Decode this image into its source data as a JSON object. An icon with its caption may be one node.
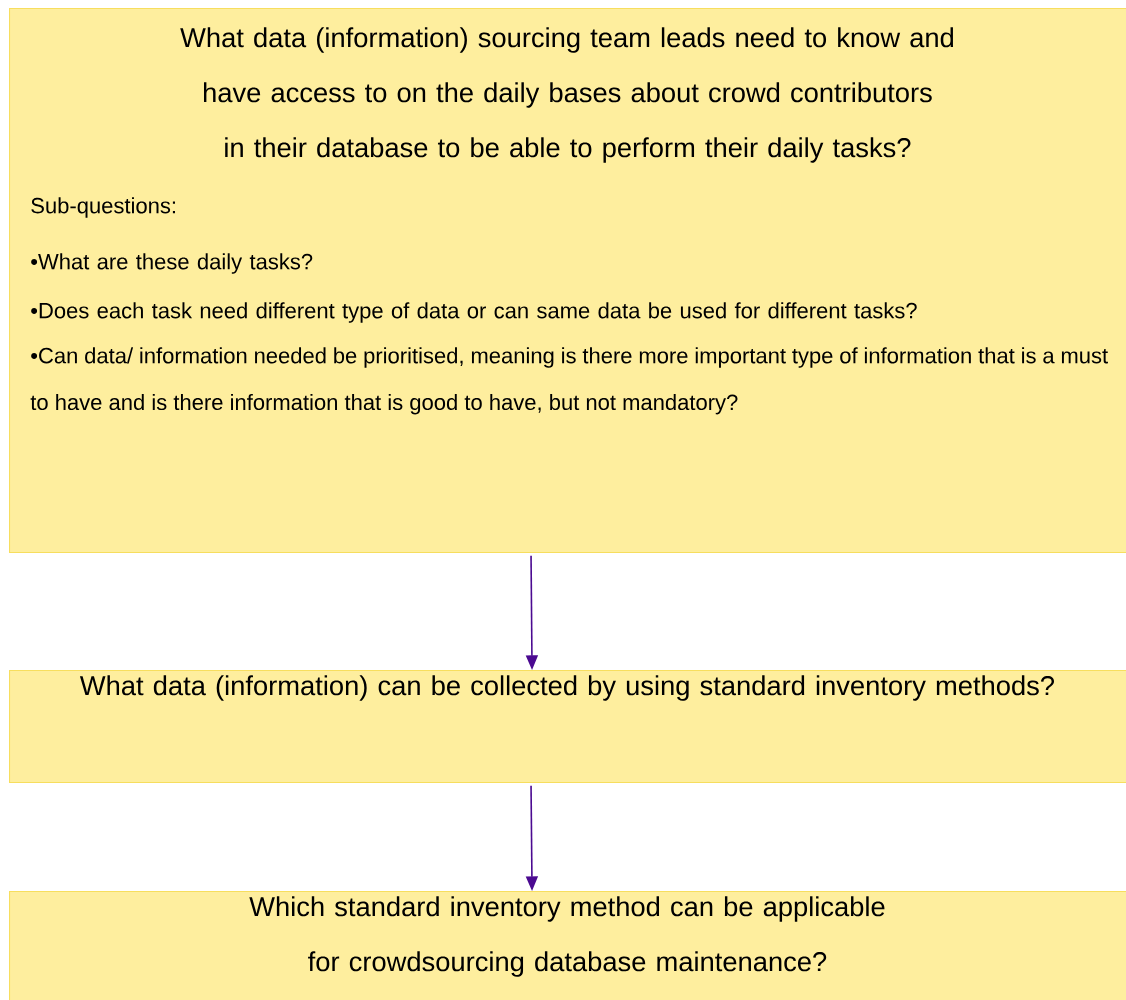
{
  "diagram": {
    "nodes": [
      {
        "text": [
          "What data (information) sourcing team leads need to know and have access to on the daily bases about crowd contributors in their database to be able to perform their daily tasks?",
          "Sub-questions:",
          "•What are these daily tasks?",
          "•Does each task need different type of data or can same data be used for different tasks?",
          "•Can data/ information needed be prioritised, meaning is there more important type of information that is a must to have and is there information that is good to have, but not mandatory?"
        ]
      },
      {
        "text": [
          "What data (information) can be collected by using standard inventory methods?"
        ]
      },
      {
        "text": [
          "Which standard inventory method can be applicable for crowdsourcing database maintenance?"
        ]
      }
    ],
    "edges": [
      {
        "from": 0,
        "to": 1,
        "arrow": "to"
      },
      {
        "from": 1,
        "to": 2,
        "arrow": "to"
      }
    ]
  }
}
